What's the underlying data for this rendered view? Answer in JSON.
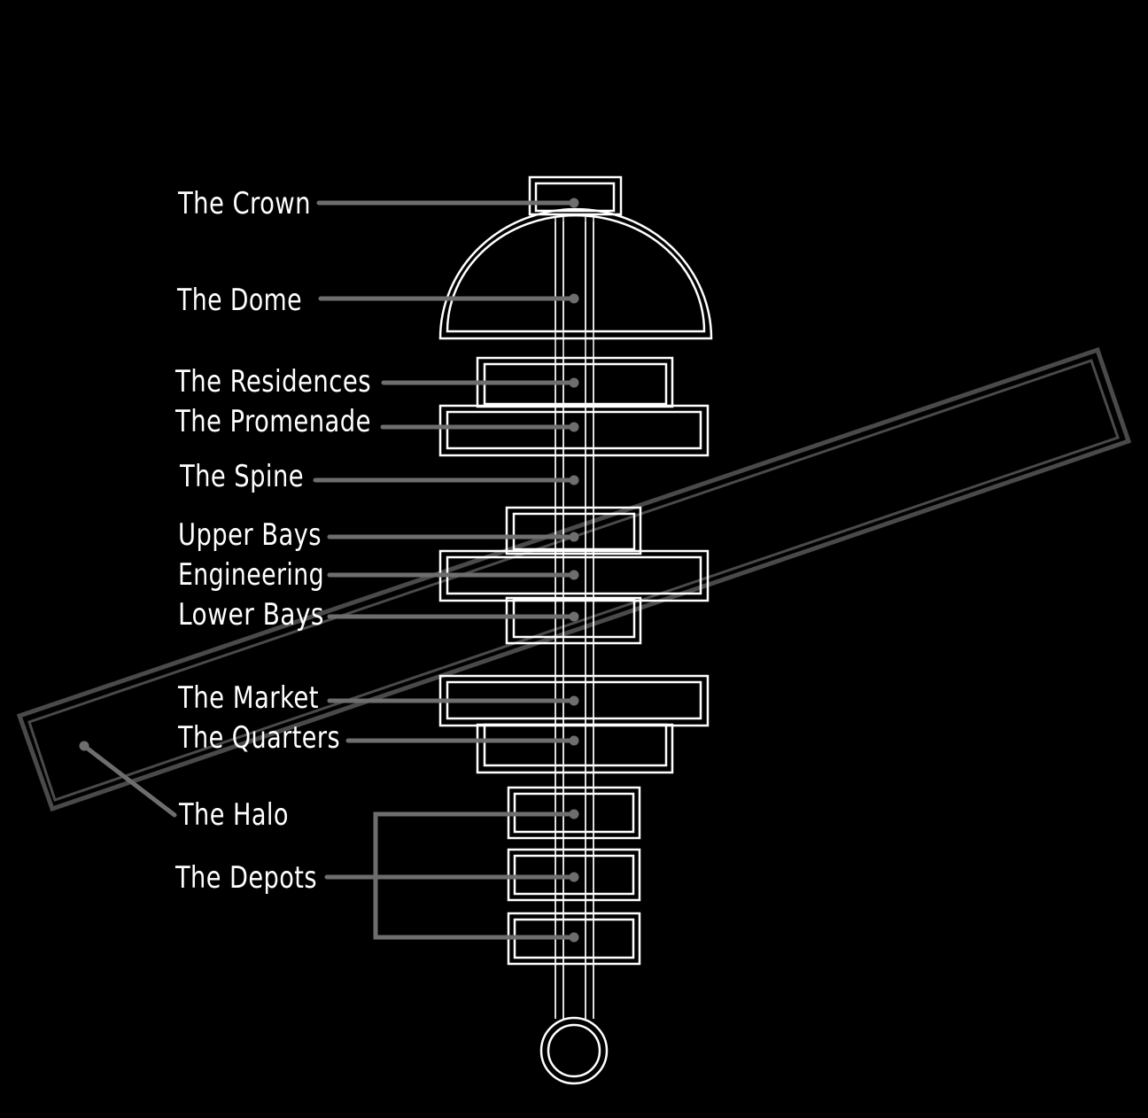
{
  "labels": {
    "crown": "The Crown",
    "dome": "The Dome",
    "residences": "The Residences",
    "promenade": "The Promenade",
    "spine": "The Spine",
    "upper_bays": "Upper Bays",
    "engineering": "Engineering",
    "lower_bays": "Lower Bays",
    "market": "The Market",
    "quarters": "The Quarters",
    "halo": "The Halo",
    "depots": "The Depots"
  },
  "colors": {
    "background": "#000000",
    "structure": "#ffffff",
    "leader": "#6e6e6e",
    "halo": "#4a4a4a"
  }
}
